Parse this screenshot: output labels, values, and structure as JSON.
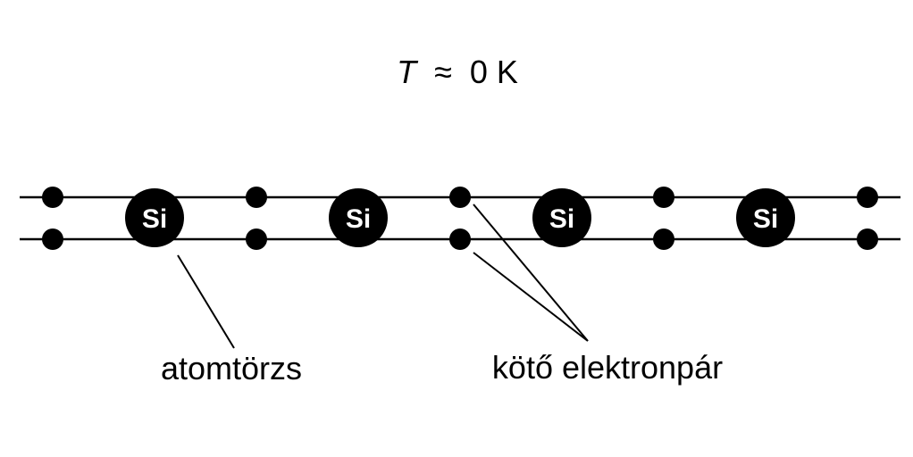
{
  "title": {
    "variable": "T",
    "relation": "≈",
    "value": "0 K"
  },
  "atoms": [
    {
      "symbol": "Si"
    },
    {
      "symbol": "Si"
    },
    {
      "symbol": "Si"
    },
    {
      "symbol": "Si"
    }
  ],
  "electron_pair_count": 5,
  "labels": {
    "core": "atomtörzs",
    "bond": "kötő elektronpár"
  },
  "colors": {
    "ink": "#000000",
    "background": "#ffffff",
    "atom_text": "#ffffff"
  }
}
